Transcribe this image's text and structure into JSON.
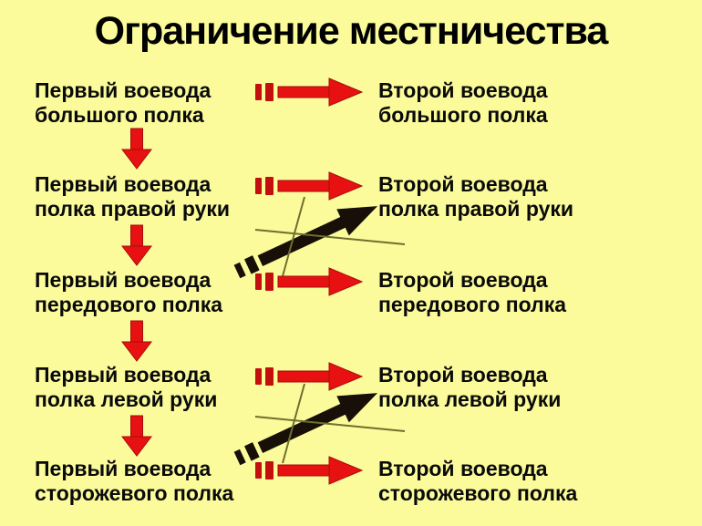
{
  "title": "Ограничение местничества",
  "rows": [
    {
      "left": {
        "line1": "Первый воевода",
        "line2": "большого полка"
      },
      "right": {
        "line1": "Второй воевода",
        "line2": "большого полка"
      }
    },
    {
      "left": {
        "line1": "Первый воевода",
        "line2": "полка правой руки"
      },
      "right": {
        "line1": "Второй воевода",
        "line2": "полка правой руки"
      }
    },
    {
      "left": {
        "line1": "Первый воевода",
        "line2": "передового полка"
      },
      "right": {
        "line1": "Второй воевода",
        "line2": "передового полка"
      }
    },
    {
      "left": {
        "line1": "Первый воевода",
        "line2": "полка левой руки"
      },
      "right": {
        "line1": "Второй воевода",
        "line2": "полка левой руки"
      }
    },
    {
      "left": {
        "line1": "Первый воевода",
        "line2": "сторожевого полка"
      },
      "right": {
        "line1": "Второй воевода",
        "line2": "сторожевого полка"
      }
    }
  ],
  "icons": {
    "horizontal_arrow": "red-dashed-right-arrow",
    "vertical_arrow": "red-down-arrow",
    "diagonal_arrow": "black-crossed-out-diagonal-arrow"
  },
  "colors": {
    "background": "#FBFB9B",
    "arrow_red": "#E81111",
    "arrow_dash_red": "#C40F0F",
    "arrow_outline_red": "#A50D0D",
    "black_arrow": "#181008",
    "cross_line_olive": "#6F6F2F",
    "text": "#0A0A0A"
  }
}
